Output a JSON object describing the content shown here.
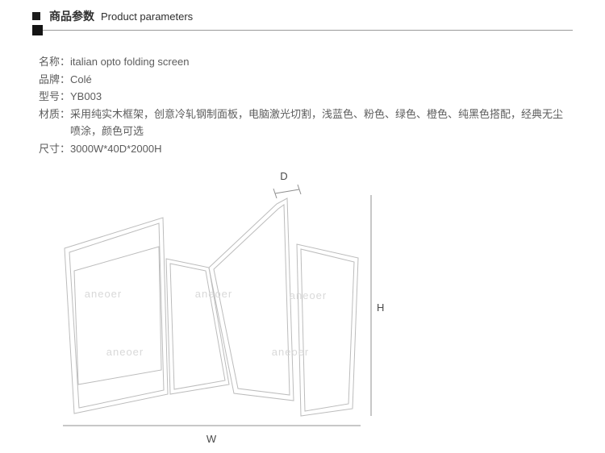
{
  "header": {
    "title_zh": "商品参数",
    "title_en": "Product parameters"
  },
  "params": [
    {
      "label": "名称：",
      "value": "italian opto folding screen"
    },
    {
      "label": "品牌：",
      "value": "Colé"
    },
    {
      "label": "型号：",
      "value": "YB003"
    },
    {
      "label": "材质：",
      "value": "采用纯实木框架，创意冷轧钢制面板，电脑激光切割，浅蓝色、粉色、绿色、橙色、纯黑色搭配，经典无尘喷涂，颜色可选"
    },
    {
      "label": "尺寸：",
      "value": "3000W*40D*2000H"
    }
  ],
  "diagram": {
    "dim_d": "D",
    "dim_h": "H",
    "dim_w": "W",
    "watermark": "aneoer",
    "line_color": "#bcbcbc"
  }
}
